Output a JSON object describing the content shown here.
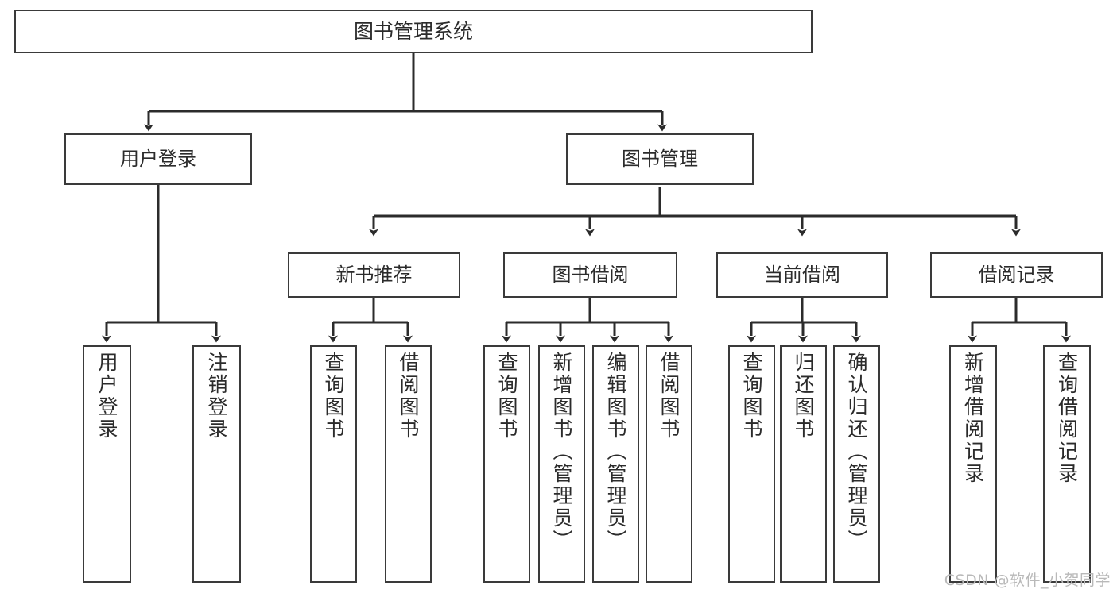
{
  "diagram": {
    "title": "图书管理系统",
    "type": "tree-hierarchy",
    "watermark": "CSDN @软件_小贺同学",
    "stroke_color": "#3a3a3a",
    "text_color": "#2b2b2b",
    "background_color": "#ffffff"
  },
  "nodes": {
    "root": {
      "label": "图书管理系统"
    },
    "level1": [
      {
        "label": "用户登录"
      },
      {
        "label": "图书管理"
      }
    ],
    "level2": [
      {
        "label": "新书推荐"
      },
      {
        "label": "图书借阅"
      },
      {
        "label": "当前借阅"
      },
      {
        "label": "借阅记录"
      }
    ],
    "leaves": [
      {
        "label": "用户登录"
      },
      {
        "label": "注销登录"
      },
      {
        "label": "查询图书"
      },
      {
        "label": "借阅图书"
      },
      {
        "label": "查询图书"
      },
      {
        "label": "新增图书（管理员）"
      },
      {
        "label": "编辑图书（管理员）"
      },
      {
        "label": "借阅图书"
      },
      {
        "label": "查询图书"
      },
      {
        "label": "归还图书"
      },
      {
        "label": "确认归还（管理员）"
      },
      {
        "label": "新增借阅记录"
      },
      {
        "label": "查询借阅记录"
      }
    ]
  }
}
